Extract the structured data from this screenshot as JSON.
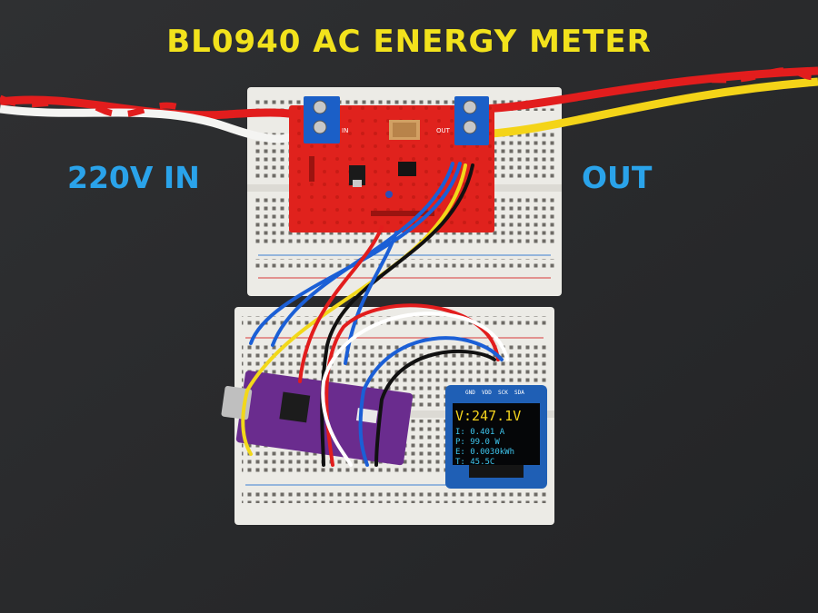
{
  "title": "BL0940 AC ENERGY METER",
  "input_label": "220V IN",
  "output_label": "OUT",
  "colors": {
    "title": "#f2e21c",
    "labels": "#2aa3ea",
    "pcb": "#e0221d",
    "arduino": "#6a2c8e",
    "oled_yellow": "#f5d41e",
    "oled_cyan": "#3ec6ee"
  },
  "meter_board": {
    "in_label": "IN",
    "out_label": "OUT"
  },
  "oled": {
    "header_pins": [
      "GND",
      "VDD",
      "SCK",
      "SDA"
    ],
    "voltage": "V:247.1V",
    "lines": [
      "I: 0.401 A",
      "P: 99.0 W",
      "E: 0.0030kWh",
      "T: 45.5C"
    ]
  }
}
